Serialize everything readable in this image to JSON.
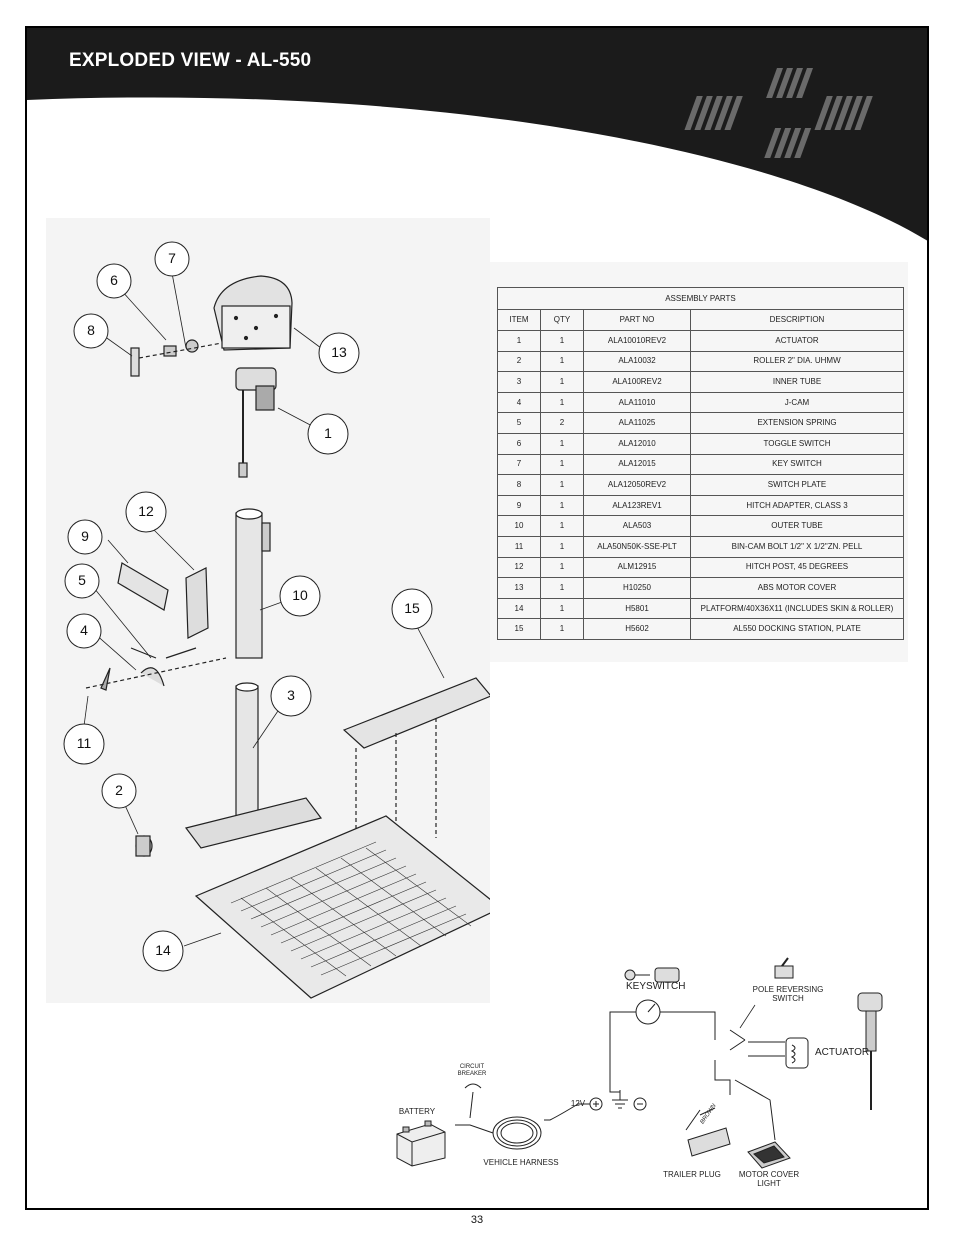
{
  "page": {
    "title": "EXPLODED VIEW - AL-550",
    "page_number": "33"
  },
  "callouts": [
    "7",
    "6",
    "8",
    "13",
    "1",
    "12",
    "9",
    "10",
    "5",
    "4",
    "11",
    "15",
    "3",
    "2",
    "14"
  ],
  "parts_table": {
    "caption": "ASSEMBLY PARTS",
    "headers": [
      "ITEM",
      "QTY",
      "PART NO",
      "DESCRIPTION"
    ],
    "rows": [
      [
        "1",
        "1",
        "ALA10010REV2",
        "ACTUATOR"
      ],
      [
        "2",
        "1",
        "ALA10032",
        "ROLLER 2\" DIA. UHMW"
      ],
      [
        "3",
        "1",
        "ALA100REV2",
        "INNER TUBE"
      ],
      [
        "4",
        "1",
        "ALA11010",
        "J-CAM"
      ],
      [
        "5",
        "2",
        "ALA11025",
        "EXTENSION SPRING"
      ],
      [
        "6",
        "1",
        "ALA12010",
        "TOGGLE SWITCH"
      ],
      [
        "7",
        "1",
        "ALA12015",
        "KEY SWITCH"
      ],
      [
        "8",
        "1",
        "ALA12050REV2",
        "SWITCH PLATE"
      ],
      [
        "9",
        "1",
        "ALA123REV1",
        "HITCH ADAPTER, CLASS 3"
      ],
      [
        "10",
        "1",
        "ALA503",
        "OUTER TUBE"
      ],
      [
        "11",
        "1",
        "ALA50N50K-SSE-PLT",
        "BIN-CAM BOLT 1/2\" X 1/2\"ZN. PELL"
      ],
      [
        "12",
        "1",
        "ALM12915",
        "HITCH POST, 45 DEGREES"
      ],
      [
        "13",
        "1",
        "H10250",
        "ABS MOTOR COVER"
      ],
      [
        "14",
        "1",
        "H5801",
        "PLATFORM/40X36X11 (INCLUDES SKIN & ROLLER)"
      ],
      [
        "15",
        "1",
        "H5602",
        "AL550 DOCKING STATION, PLATE"
      ]
    ]
  },
  "wiring": {
    "keyswitch": "KEYSWITCH",
    "pole_switch_line1": "POLE REVERSING",
    "pole_switch_line2": "SWITCH",
    "actuator": "ACTUATOR",
    "breaker_line1": "CIRCUIT",
    "breaker_line2": "BREAKER",
    "battery": "BATTERY",
    "voltage": "12V",
    "vehicle_harness": "VEHICLE HARNESS",
    "trailer_plug": "TRAILER PLUG",
    "wire_color": "BROWN",
    "light_line1": "MOTOR COVER",
    "light_line2": "LIGHT"
  }
}
